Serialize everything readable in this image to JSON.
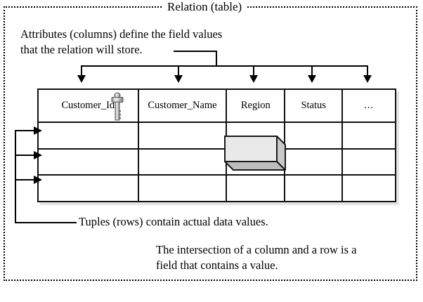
{
  "diagram": {
    "frame_title": "Relation (table)",
    "annotations": {
      "attributes": "Attributes (columns) define the field values\nthat the relation will store.",
      "attributes_line1": "Attributes (columns) define the field values",
      "attributes_line2": "that the relation will store.",
      "tuples": "Tuples (rows) contain actual data values.",
      "field_line1": "The intersection of a column and a row is a",
      "field_line2": "field that contains a value."
    },
    "table": {
      "columns": [
        {
          "label": "Customer_Id",
          "primary_key": true,
          "key_icon": "primary-key-icon"
        },
        {
          "label": "Customer_Name",
          "primary_key": false
        },
        {
          "label": "Region",
          "primary_key": false
        },
        {
          "label": "Status",
          "primary_key": false
        },
        {
          "label": "...",
          "primary_key": false
        }
      ],
      "rows": [
        [
          "",
          "",
          "",
          "",
          ""
        ],
        [
          "",
          "",
          "",
          "",
          ""
        ],
        [
          "",
          "",
          "",
          "",
          ""
        ]
      ],
      "highlight": {
        "shape": "3d-box",
        "column": "Region",
        "row_index": 2,
        "face_color": "#e9e9e9",
        "side_color": "#c9c9c9",
        "bottom_color": "#bdbdbd"
      }
    },
    "colors": {
      "line": "#000000",
      "table_border": "#111111",
      "background": "#ffffff",
      "key_icon": "#b5b5b5",
      "shadow": "rgba(0,0,0,0.10)"
    },
    "column_arrow_count": 5,
    "row_arrow_count": 3
  }
}
